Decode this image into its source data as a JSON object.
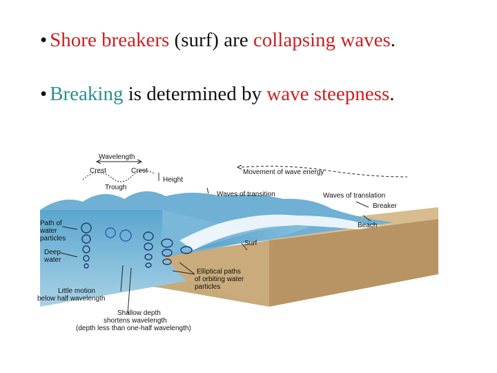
{
  "bullets": [
    {
      "marker": "•",
      "parts": [
        {
          "text": "Shore breakers",
          "color": "red"
        },
        {
          "text": " (surf) are ",
          "color": "black"
        },
        {
          "text": "collapsing waves",
          "color": "red"
        },
        {
          "text": ".",
          "color": "black"
        }
      ]
    },
    {
      "marker": "•",
      "parts": [
        {
          "text": "Breaking",
          "color": "teal"
        },
        {
          "text": " is determined by ",
          "color": "black"
        },
        {
          "text": "wave steepness",
          "color": "red"
        },
        {
          "text": ".",
          "color": "black"
        }
      ]
    }
  ],
  "diagram": {
    "wavelength": "Wavelength",
    "crest1": "Crest",
    "crest2": "Crest",
    "height": "Height",
    "trough": "Trough",
    "movement": "Movement of wave energy",
    "waves_transition": "Waves of transition",
    "waves_translation": "Waves of translation",
    "breaker": "Breaker",
    "beach": "Beach",
    "surf": "Surf",
    "path_line1": "Path of",
    "path_line2": "water",
    "path_line3": "particles",
    "deep_line1": "Deep",
    "deep_line2": "water",
    "elliptical_line1": "Elliptical paths",
    "elliptical_line2": "of orbiting water",
    "elliptical_line3": "particles",
    "little_line1": "Little motion",
    "little_line2": "below half wavelength",
    "shallow_line1": "Shallow depth",
    "shallow_line2": "shortens wavelength",
    "shallow_line3": "(depth less than one-half wavelength)"
  },
  "colors": {
    "red": "#cc1f1f",
    "teal": "#2a8f8f",
    "water_top": "#6fb4d6",
    "water_deep": "#8fc3dc",
    "sand": "#b89a6e"
  }
}
